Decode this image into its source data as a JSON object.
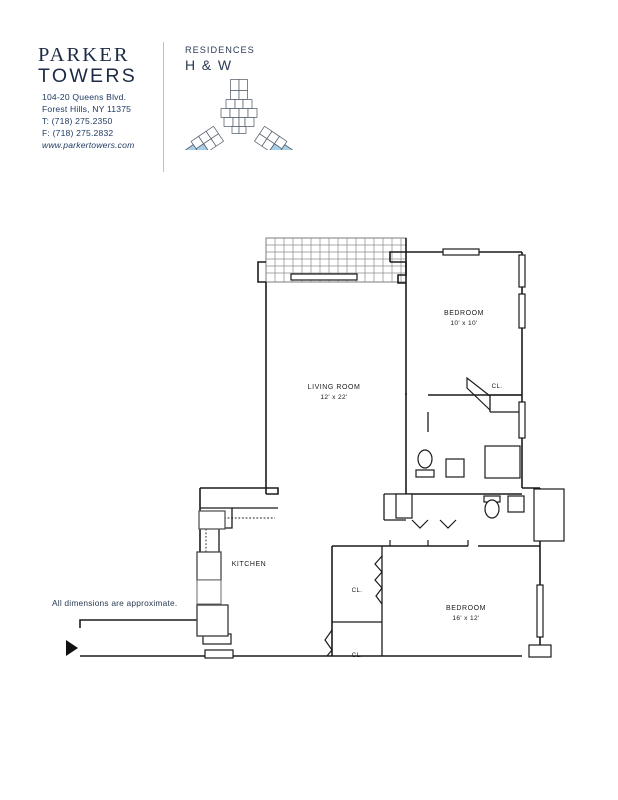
{
  "header": {
    "brand_line1": "PARKER",
    "brand_line2": "TOWERS",
    "address_line1": "104-20 Queens Blvd.",
    "address_line2": "Forest Hills, NY 11375",
    "phone": "T: (718) 275.2350",
    "fax": "F: (718) 275.2832",
    "website": "www.parkertowers.com",
    "keyplan_label": "RESIDENCES",
    "keyplan_units": "H & W",
    "brand_color": "#1c2b45",
    "contact_color": "#1f3a63",
    "divider_color": "#b9c3d2",
    "highlight_color": "#a8cfe8"
  },
  "plan": {
    "footnote": "All dimensions are approximate.",
    "rooms": [
      {
        "name": "LIVING ROOM",
        "dimensions": "12' x 22'"
      },
      {
        "name": "BEDROOM",
        "dimensions": "10' x 10'"
      },
      {
        "name": "BEDROOM",
        "dimensions": "16' x 12'"
      },
      {
        "name": "KITCHEN",
        "dimensions": ""
      }
    ],
    "closets": [
      {
        "label": "CL."
      },
      {
        "label": "CL."
      },
      {
        "label": "CL."
      }
    ],
    "features": [
      "terrace",
      "entry-arrow",
      "bathroom-sink",
      "bathroom-toilet",
      "bathroom-tub",
      "kitchen-counter",
      "kitchen-appliances",
      "windows"
    ],
    "wall_color": "#1b1b1b",
    "terrace_color": "#888888"
  }
}
